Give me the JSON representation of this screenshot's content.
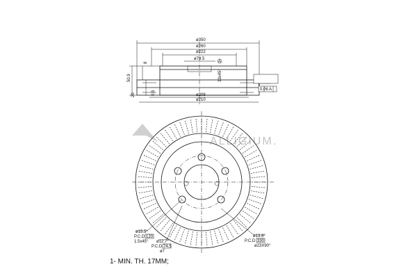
{
  "side_view": {
    "dim_outer": "ø350",
    "dim_mid": "ø260",
    "dim_hat": "ø222",
    "dim_bore": "ø79.5",
    "dim_center_marker": "A",
    "dim_inner_bottom": "ø208",
    "dim_bottom": "ø210",
    "height_total": "50.9",
    "height_flange": "8",
    "thickness": "20",
    "offset": "0.5",
    "side_note": "33x45°",
    "tolerance_box": "0.06 A"
  },
  "front_view": {
    "brand_watermark": "ALLIGIUM.",
    "dim_hole_dia": "ø15.5*",
    "pcd_label": "P.C.D",
    "pcd_value": "120",
    "pcd_sub": "1.5x45°",
    "dim_stud": "ø12.7*",
    "dim_stud2_label": "P.C.D",
    "dim_stud2_value": "74.5",
    "dim_stud2_extra": "ø7",
    "dim_vent_label": "ø13.9*",
    "dim_vent_pcd": "P.C.D",
    "dim_vent_value": "330",
    "dim_vent_extra": "ø23X90°"
  },
  "footnote": "1- MIN. TH. 17MM;"
}
